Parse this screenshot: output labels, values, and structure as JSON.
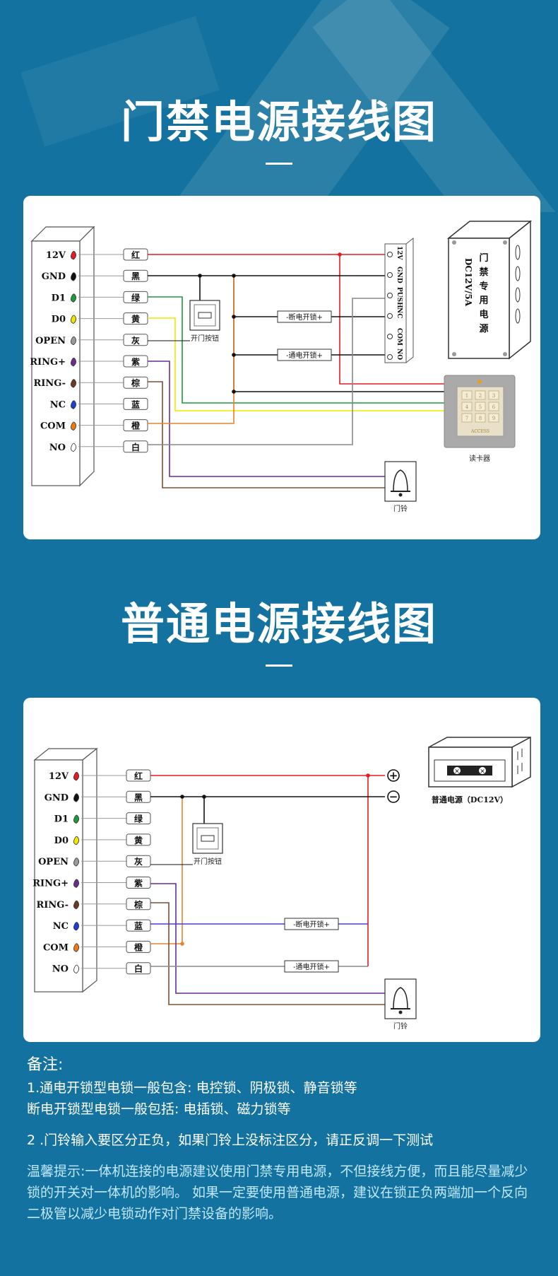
{
  "section1": {
    "title": "门禁电源接线图",
    "terminals": [
      "12V",
      "GND",
      "D1",
      "D0",
      "OPEN",
      "RING+",
      "RING-",
      "NC",
      "COM",
      "NO"
    ],
    "wire_colors": [
      "红",
      "黑",
      "绿",
      "黄",
      "灰",
      "紫",
      "棕",
      "蓝",
      "橙",
      "白"
    ],
    "dot_colors": [
      "#e31b23",
      "#111111",
      "#1a9a3a",
      "#f2e600",
      "#9a9a9a",
      "#6a2c91",
      "#6b3a1e",
      "#1e3fcf",
      "#f07a10",
      "#ffffff"
    ],
    "psu_terminals": [
      "12V",
      "GND",
      "PUSH",
      "NC",
      "COM",
      "NO"
    ],
    "psu_label_line1": "门禁专用电源",
    "psu_label_line2": "DC12V/5A",
    "exit_button_label": "开门按钮",
    "lock_off_label": "-断电开锁+",
    "lock_on_label": "-通电开锁+",
    "reader_label": "读卡器",
    "reader_text": "ACCESS",
    "reader_keys": [
      "1",
      "2",
      "3",
      "4",
      "5",
      "6",
      "7",
      "8",
      "9"
    ],
    "bell_label": "门铃"
  },
  "section2": {
    "title": "普通电源接线图",
    "terminals": [
      "12V",
      "GND",
      "D1",
      "D0",
      "OPEN",
      "RING+",
      "RING-",
      "NC",
      "COM",
      "NO"
    ],
    "wire_colors": [
      "红",
      "黑",
      "绿",
      "黄",
      "灰",
      "紫",
      "棕",
      "蓝",
      "橙",
      "白"
    ],
    "psu_label": "普通电源（DC12V）",
    "exit_button_label": "开门按钮",
    "lock_off_label": "-断电开锁+",
    "lock_on_label": "-通电开锁+",
    "bell_label": "门铃",
    "plus_symbol": "+",
    "minus_symbol": "−"
  },
  "notes": {
    "heading": "备注:",
    "line1": "1.通电开锁型电锁一般包含: 电控锁、阴极锁、静音锁等",
    "line2": "断电开锁型电锁一般包括: 电插锁、磁力锁等",
    "line3": "2 .门铃输入要区分正负，如果门铃上没标注区分，请正反调一下测试",
    "warm": "温馨提示:一体机连接的电源建议使用门禁专用电源，不但接线方便，而且能尽量减少锁的开关对一体机的影响。 如果一定要使用普通电源，建议在锁正负两端加一个反向二极管以减少电锁动作对门禁设备的影响。"
  },
  "colors": {
    "background": "#13729f",
    "red": "#e31b23",
    "black": "#111111",
    "green": "#1a9a3a",
    "yellow": "#f2e600",
    "purple": "#6a2c91",
    "brown": "#7a5030",
    "blue": "#4a3fd0",
    "orange": "#e8832a",
    "gray_white": "#9a9a9a"
  }
}
